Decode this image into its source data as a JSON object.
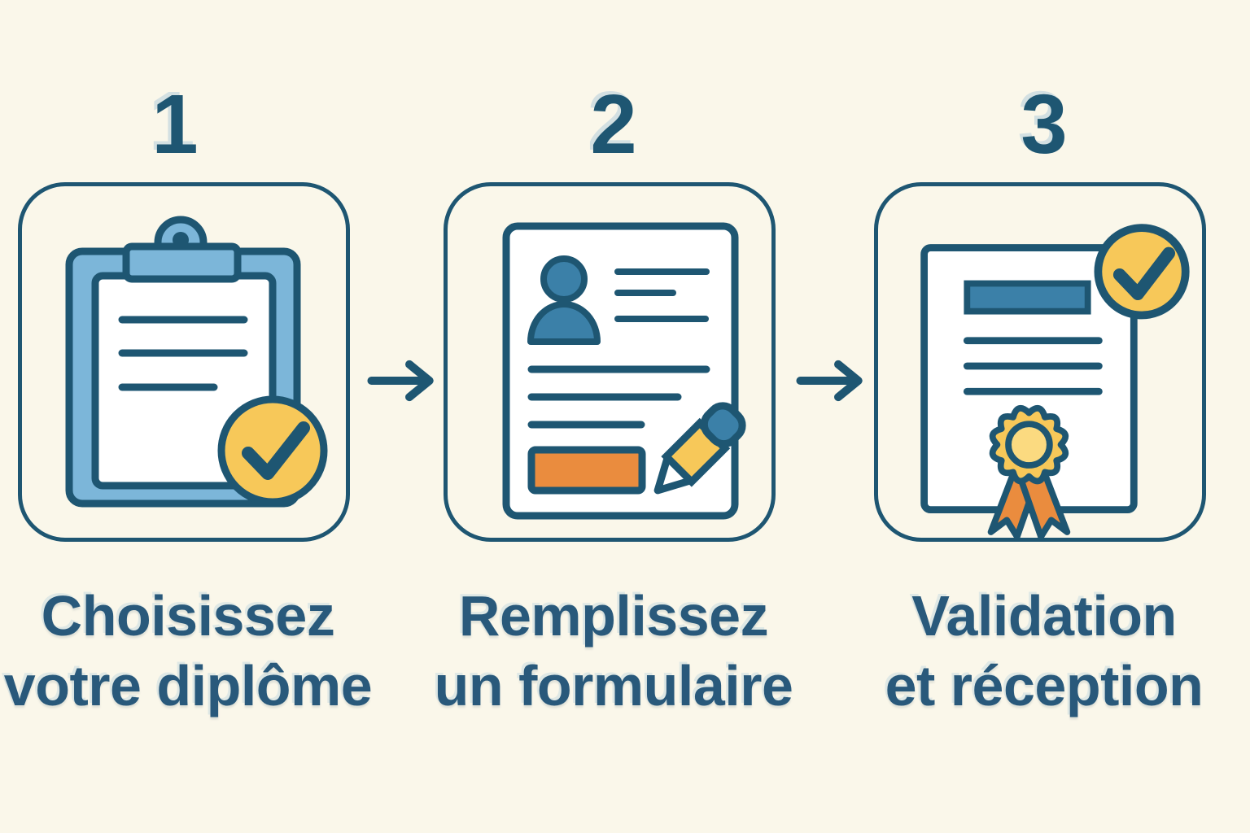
{
  "figure": {
    "language": "fr",
    "kind": "three-step-process-infographic"
  },
  "colors": {
    "background": "#FAF7EA",
    "ink": "#1E5672",
    "text": "#29597B",
    "lightblue": "#7CB6D9",
    "midblue": "#3B80A8",
    "yellow": "#F7C859",
    "yellowlight": "#FBDA80",
    "orange": "#EA8C3E",
    "paper": "#FFFFFF"
  },
  "steps": [
    {
      "number": "1",
      "label_line1": "Choisissez",
      "label_line2": "votre diplôme",
      "icon": "clipboard-check-icon"
    },
    {
      "number": "2",
      "label_line1": "Remplissez",
      "label_line2": "un formulaire",
      "icon": "form-pencil-icon"
    },
    {
      "number": "3",
      "label_line1": "Validation",
      "label_line2": "et réception",
      "icon": "certificate-check-icon"
    }
  ],
  "arrow_icon": "arrow-right-icon"
}
